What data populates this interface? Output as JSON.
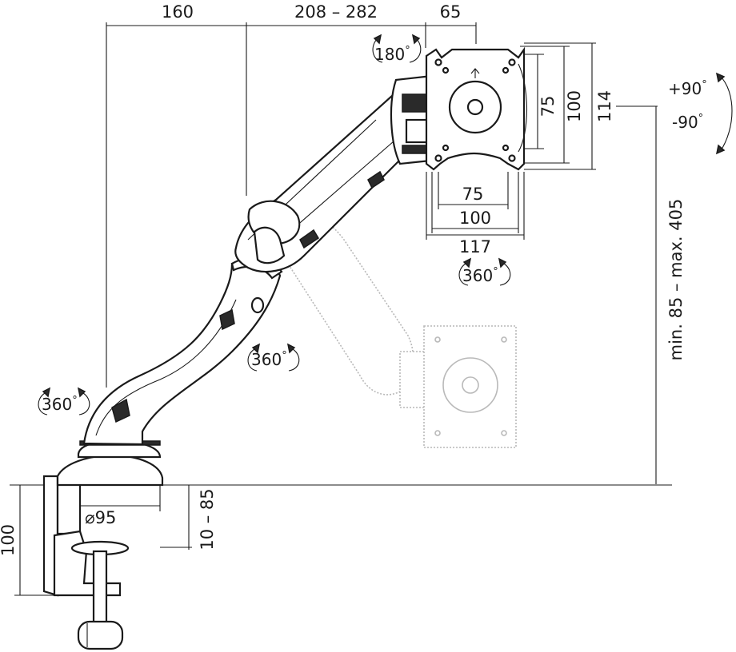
{
  "dimensions": {
    "top_left": "160",
    "top_mid": "208 – 282",
    "top_right": "65",
    "vesa_vertical_small": "75",
    "vesa_vertical_large": "100",
    "vesa_height": "114",
    "vesa_horizontal_small": "75",
    "vesa_horizontal_large": "100",
    "vesa_width": "117",
    "height_range": "min. 85 – max. 405",
    "base_diameter": "⌀95",
    "clamp_range": "10 – 85",
    "clamp_height": "100"
  },
  "rotations": {
    "top": "180",
    "tilt_up": "+90",
    "tilt_down": "-90",
    "vesa_swivel": "360",
    "mid_arm": "360",
    "base": "360",
    "degree_symbol": "°"
  }
}
